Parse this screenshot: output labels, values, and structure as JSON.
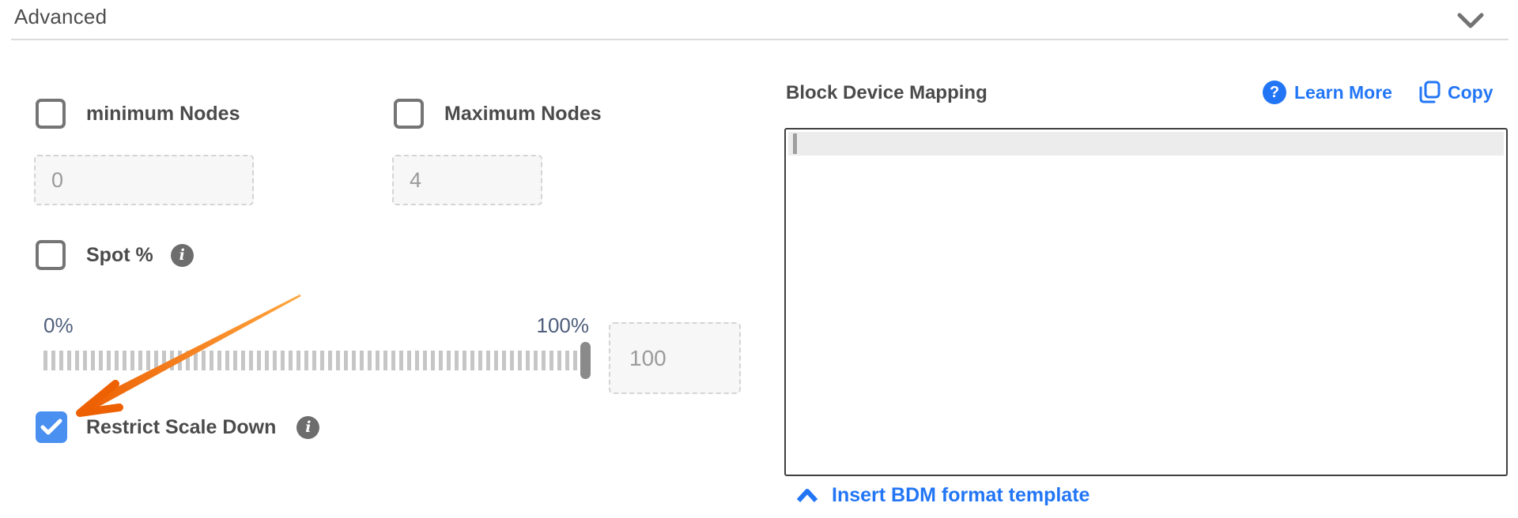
{
  "header": {
    "title": "Advanced"
  },
  "left": {
    "min_nodes": {
      "label": "minimum Nodes",
      "checked": false,
      "value": "0"
    },
    "max_nodes": {
      "label": "Maximum Nodes",
      "checked": false,
      "value": "4"
    },
    "spot": {
      "label": "Spot %",
      "checked": false
    },
    "slider": {
      "min_label": "0%",
      "max_label": "100%",
      "value": "100",
      "position_pct": 100
    },
    "restrict": {
      "label": "Restrict Scale Down",
      "checked": true
    }
  },
  "right": {
    "title": "Block Device Mapping",
    "learn_more_label": "Learn More",
    "copy_label": "Copy",
    "editor_value": "",
    "insert_template_label": "Insert BDM format template"
  },
  "icons": {
    "header_collapse": "chevron-down-icon",
    "spot_help": "info-icon",
    "restrict_help": "info-icon",
    "learn_more": "question-circle-icon",
    "copy": "copy-icon",
    "insert_template": "chevron-up-icon",
    "annotation": "orange-arrow"
  },
  "colors": {
    "accent-blue": "#2276f5",
    "checkbox-blue": "#4a90f0",
    "arrow-orange": "#ee6103",
    "slider-label": "#4e5e7c",
    "tick-gray": "#c6c6c6"
  }
}
